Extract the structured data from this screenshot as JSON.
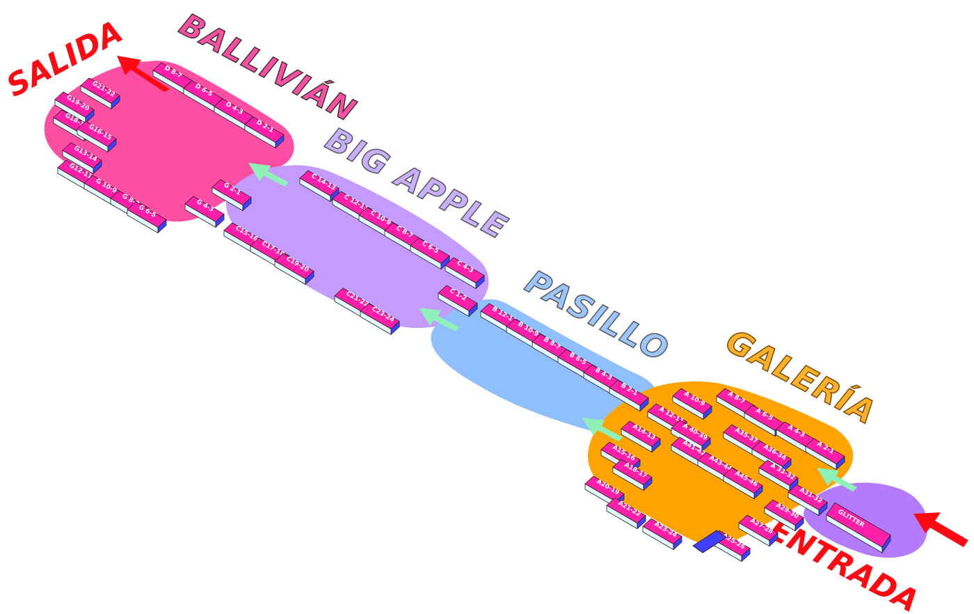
{
  "zones": {
    "ballivian": {
      "name": "BALLIVIÁN",
      "color": "#ff4fa2",
      "title_color": "#ff4fa2"
    },
    "big_apple": {
      "name": "BIG APPLE",
      "color": "#c49bff",
      "title_color": "#c8b0ff"
    },
    "pasillo": {
      "name": "PASILLO",
      "color": "#8fbfff",
      "title_color": "#9cc6ff"
    },
    "galeria": {
      "name": "GALERÍA",
      "color": "#ffa300",
      "title_color": "#ffb02a"
    },
    "glitter": {
      "color": "#b57bff"
    }
  },
  "exits": {
    "salida": "SALIDA",
    "entrada": "ENTRADA",
    "color": "#ff0a12"
  },
  "flow_arrow_color": "#8ff0b8",
  "stall_colors": {
    "top": "#ff1fa8",
    "side": "#4040ff",
    "front": "#e4fbff"
  },
  "stalls": {
    "ballivian": [
      "D 8-7",
      "D 6-5",
      "D 4-3",
      "D 2-1",
      "G19-20",
      "G21-22",
      "G18-17",
      "G16-15",
      "G13-14",
      "G12-11",
      "G 10-9",
      "G 8-7",
      "G 6-5",
      "G 4-3",
      "G 2-1"
    ],
    "big_apple": [
      "C 14-13",
      "C 12-11",
      "C 10-9",
      "C 8-7",
      "C 6-5",
      "C 4-3",
      "C 1-2",
      "C15-16",
      "C17-18",
      "C19-20",
      "C21-22",
      "C23-24"
    ],
    "pasillo": [
      "B 12-11",
      "B 10-9",
      "B 8-7",
      "B 6-5",
      "B 4-3",
      "B 2-1"
    ],
    "galeria": [
      "A 8-7",
      "A 6-5",
      "A 4-3",
      "A 2-1",
      "A 10-9",
      "A 12-11",
      "A14-13",
      "A 40-39",
      "A41-42",
      "A43-44",
      "A45-46",
      "A35-37",
      "A36-34",
      "A 33-32",
      "A15-16",
      "A18-17",
      "A20-19",
      "A21-22",
      "A23-24",
      "A25-26",
      "A27-28",
      "A29-30",
      "A31-32"
    ],
    "glitter": [
      "GLITTER"
    ]
  }
}
